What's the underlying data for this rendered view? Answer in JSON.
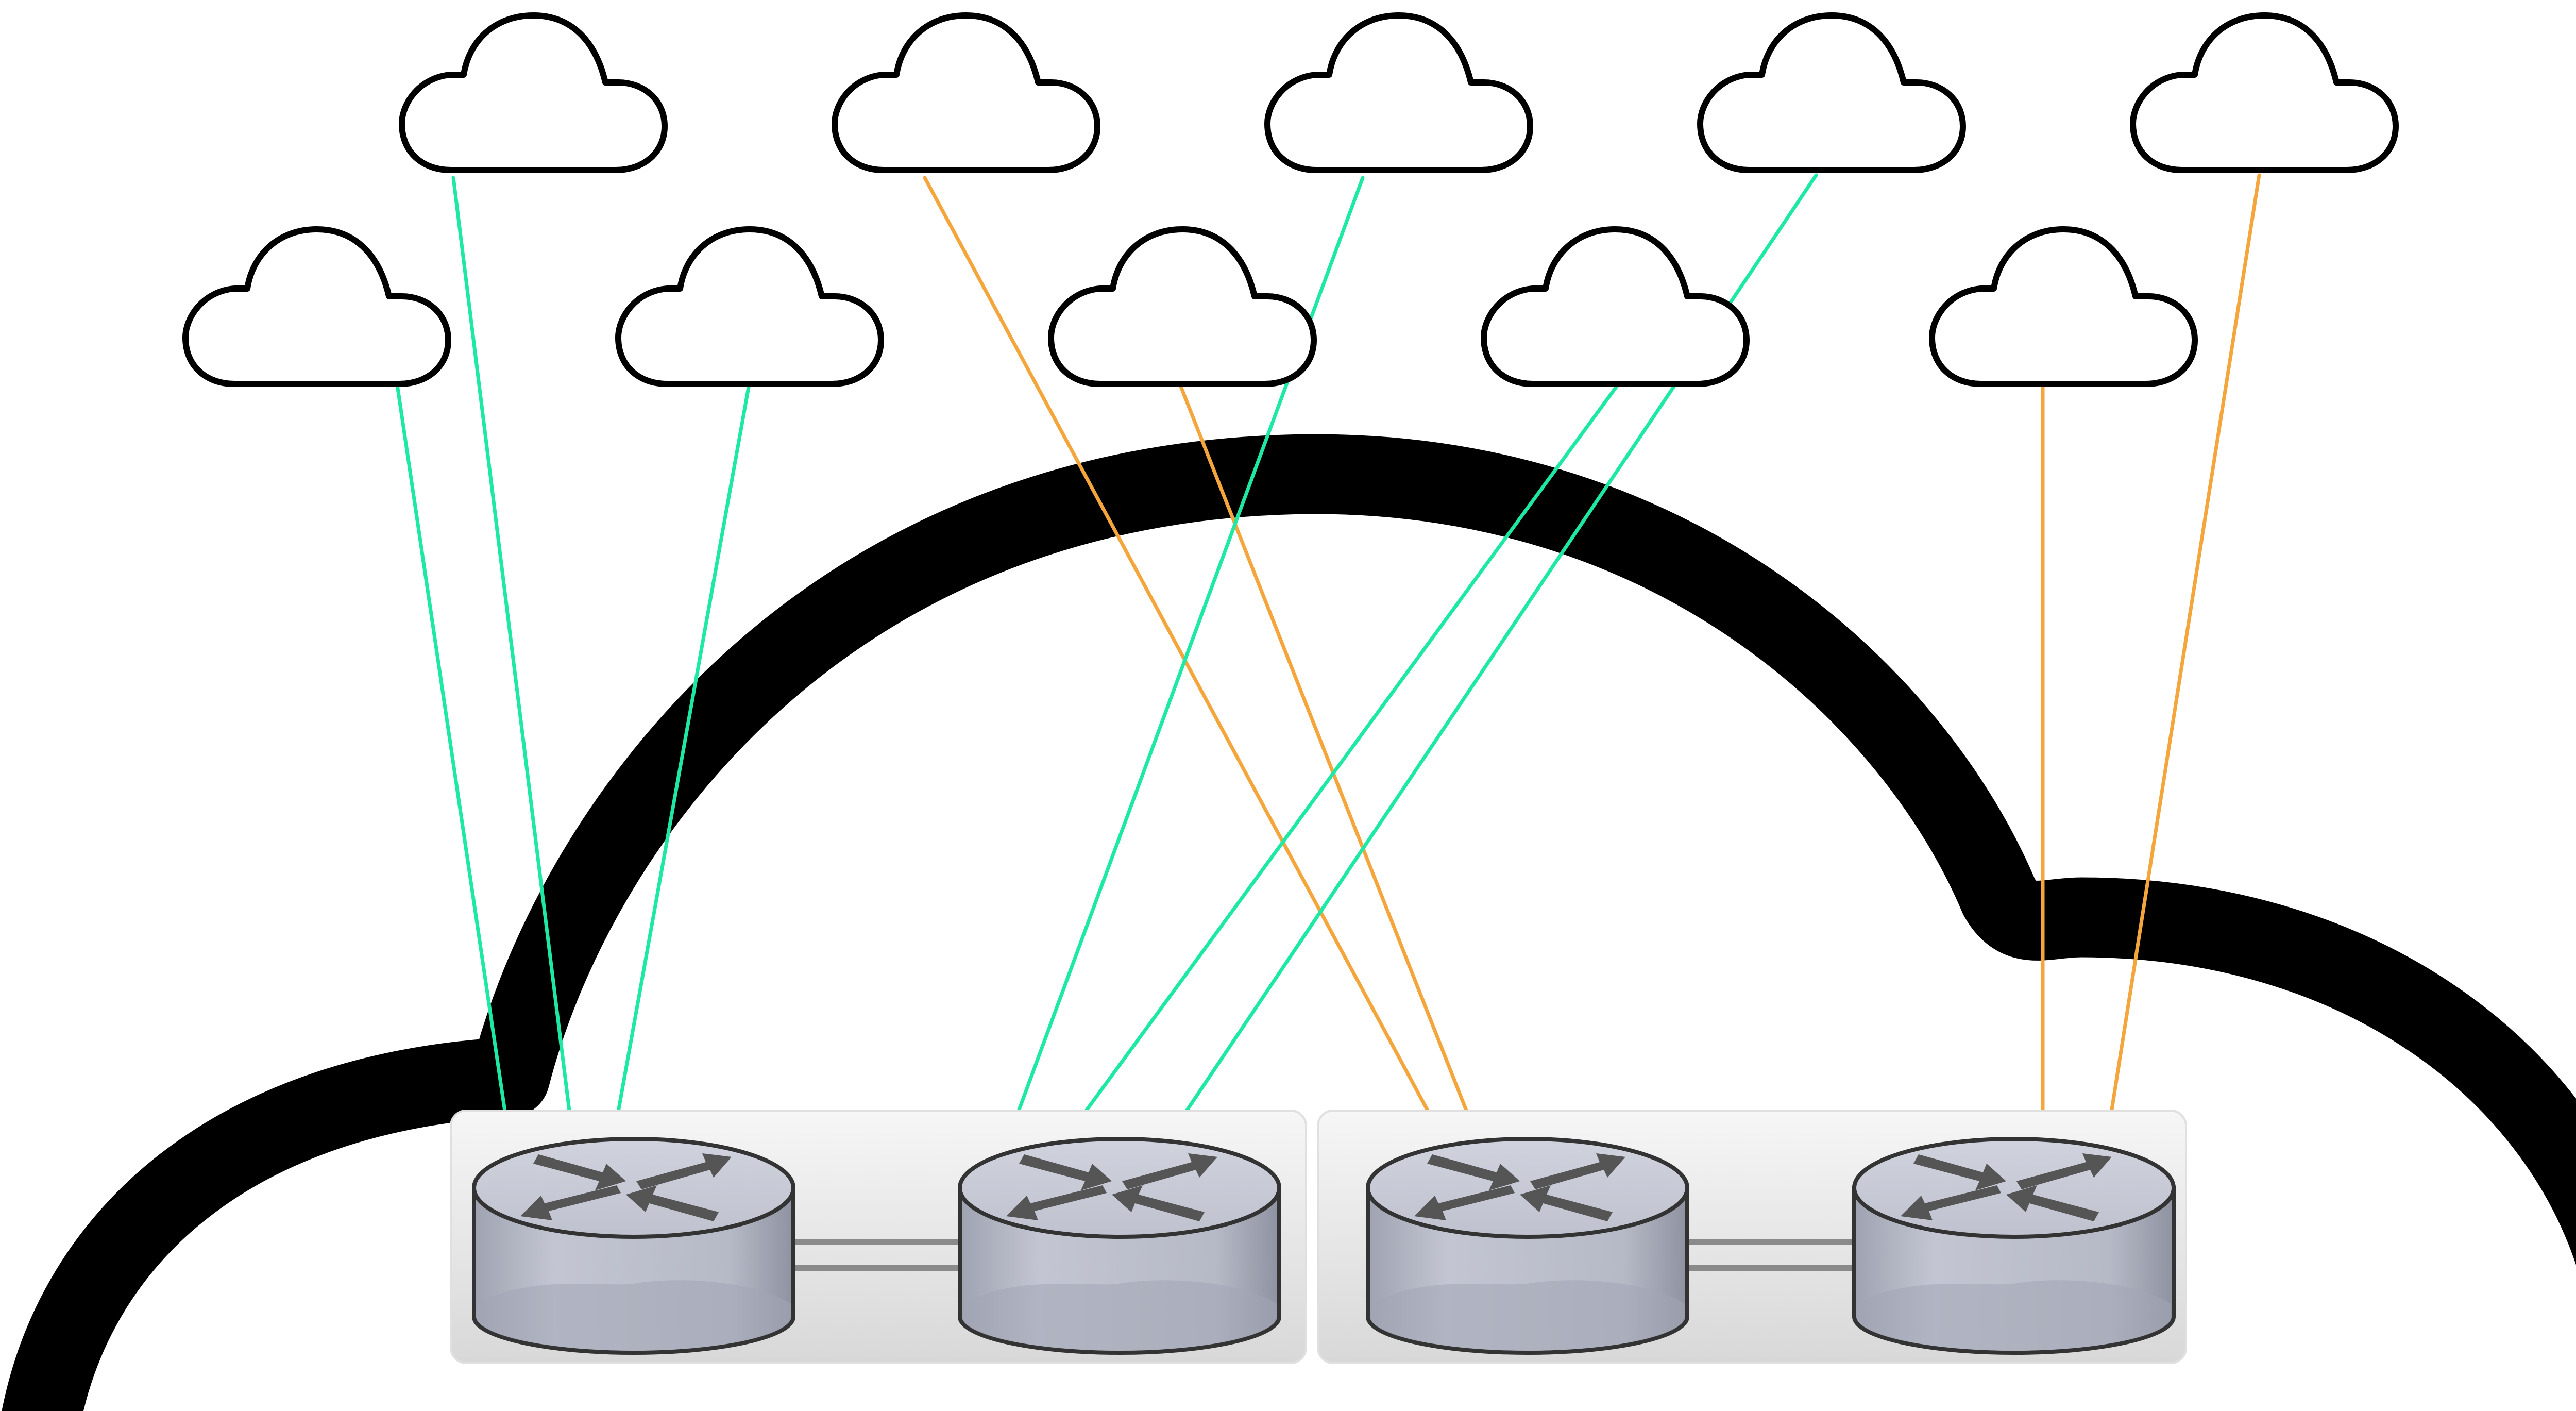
{
  "colors": {
    "customer_link": "#1de9a5",
    "provider_link": "#f4a63d",
    "router_body": "#b9bcc8",
    "router_top": "#c9ccd8",
    "router_bottom_shade": "#a3a6b4",
    "arrow": "#555555",
    "group_box_top": "#f6f6f6",
    "group_box_bottom": "#d8d8d8",
    "cloud_outline": "#000000"
  },
  "icons": {
    "small_cloud": "cloud-outline-icon",
    "big_cloud": "large-cloud-outline-icon",
    "router": "router-icon"
  },
  "nodes": {
    "small_clouds": [
      "cloud-1",
      "cloud-2",
      "cloud-3",
      "cloud-4",
      "cloud-5",
      "cloud-6",
      "cloud-7",
      "cloud-8",
      "cloud-9",
      "cloud-10"
    ],
    "routers": [
      "router-1",
      "router-2",
      "router-3",
      "router-4"
    ],
    "groups": [
      {
        "id": "group-1",
        "routers": [
          "router-1",
          "router-2"
        ]
      },
      {
        "id": "group-2",
        "routers": [
          "router-3",
          "router-4"
        ]
      }
    ]
  },
  "links": [
    {
      "from": "cloud-1",
      "to": "router-1",
      "kind": "customer_link"
    },
    {
      "from": "cloud-2",
      "to": "router-1",
      "kind": "customer_link"
    },
    {
      "from": "cloud-3",
      "to": "router-1",
      "kind": "customer_link"
    },
    {
      "from": "cloud-4",
      "to": "router-3",
      "kind": "provider_link"
    },
    {
      "from": "cloud-5",
      "to": "router-3",
      "kind": "provider_link"
    },
    {
      "from": "cloud-6",
      "to": "router-2",
      "kind": "customer_link"
    },
    {
      "from": "cloud-7",
      "to": "router-2",
      "kind": "customer_link"
    },
    {
      "from": "cloud-8",
      "to": "router-2",
      "kind": "customer_link"
    },
    {
      "from": "cloud-9",
      "to": "router-4",
      "kind": "provider_link"
    },
    {
      "from": "cloud-10",
      "to": "router-4",
      "kind": "provider_link"
    }
  ]
}
